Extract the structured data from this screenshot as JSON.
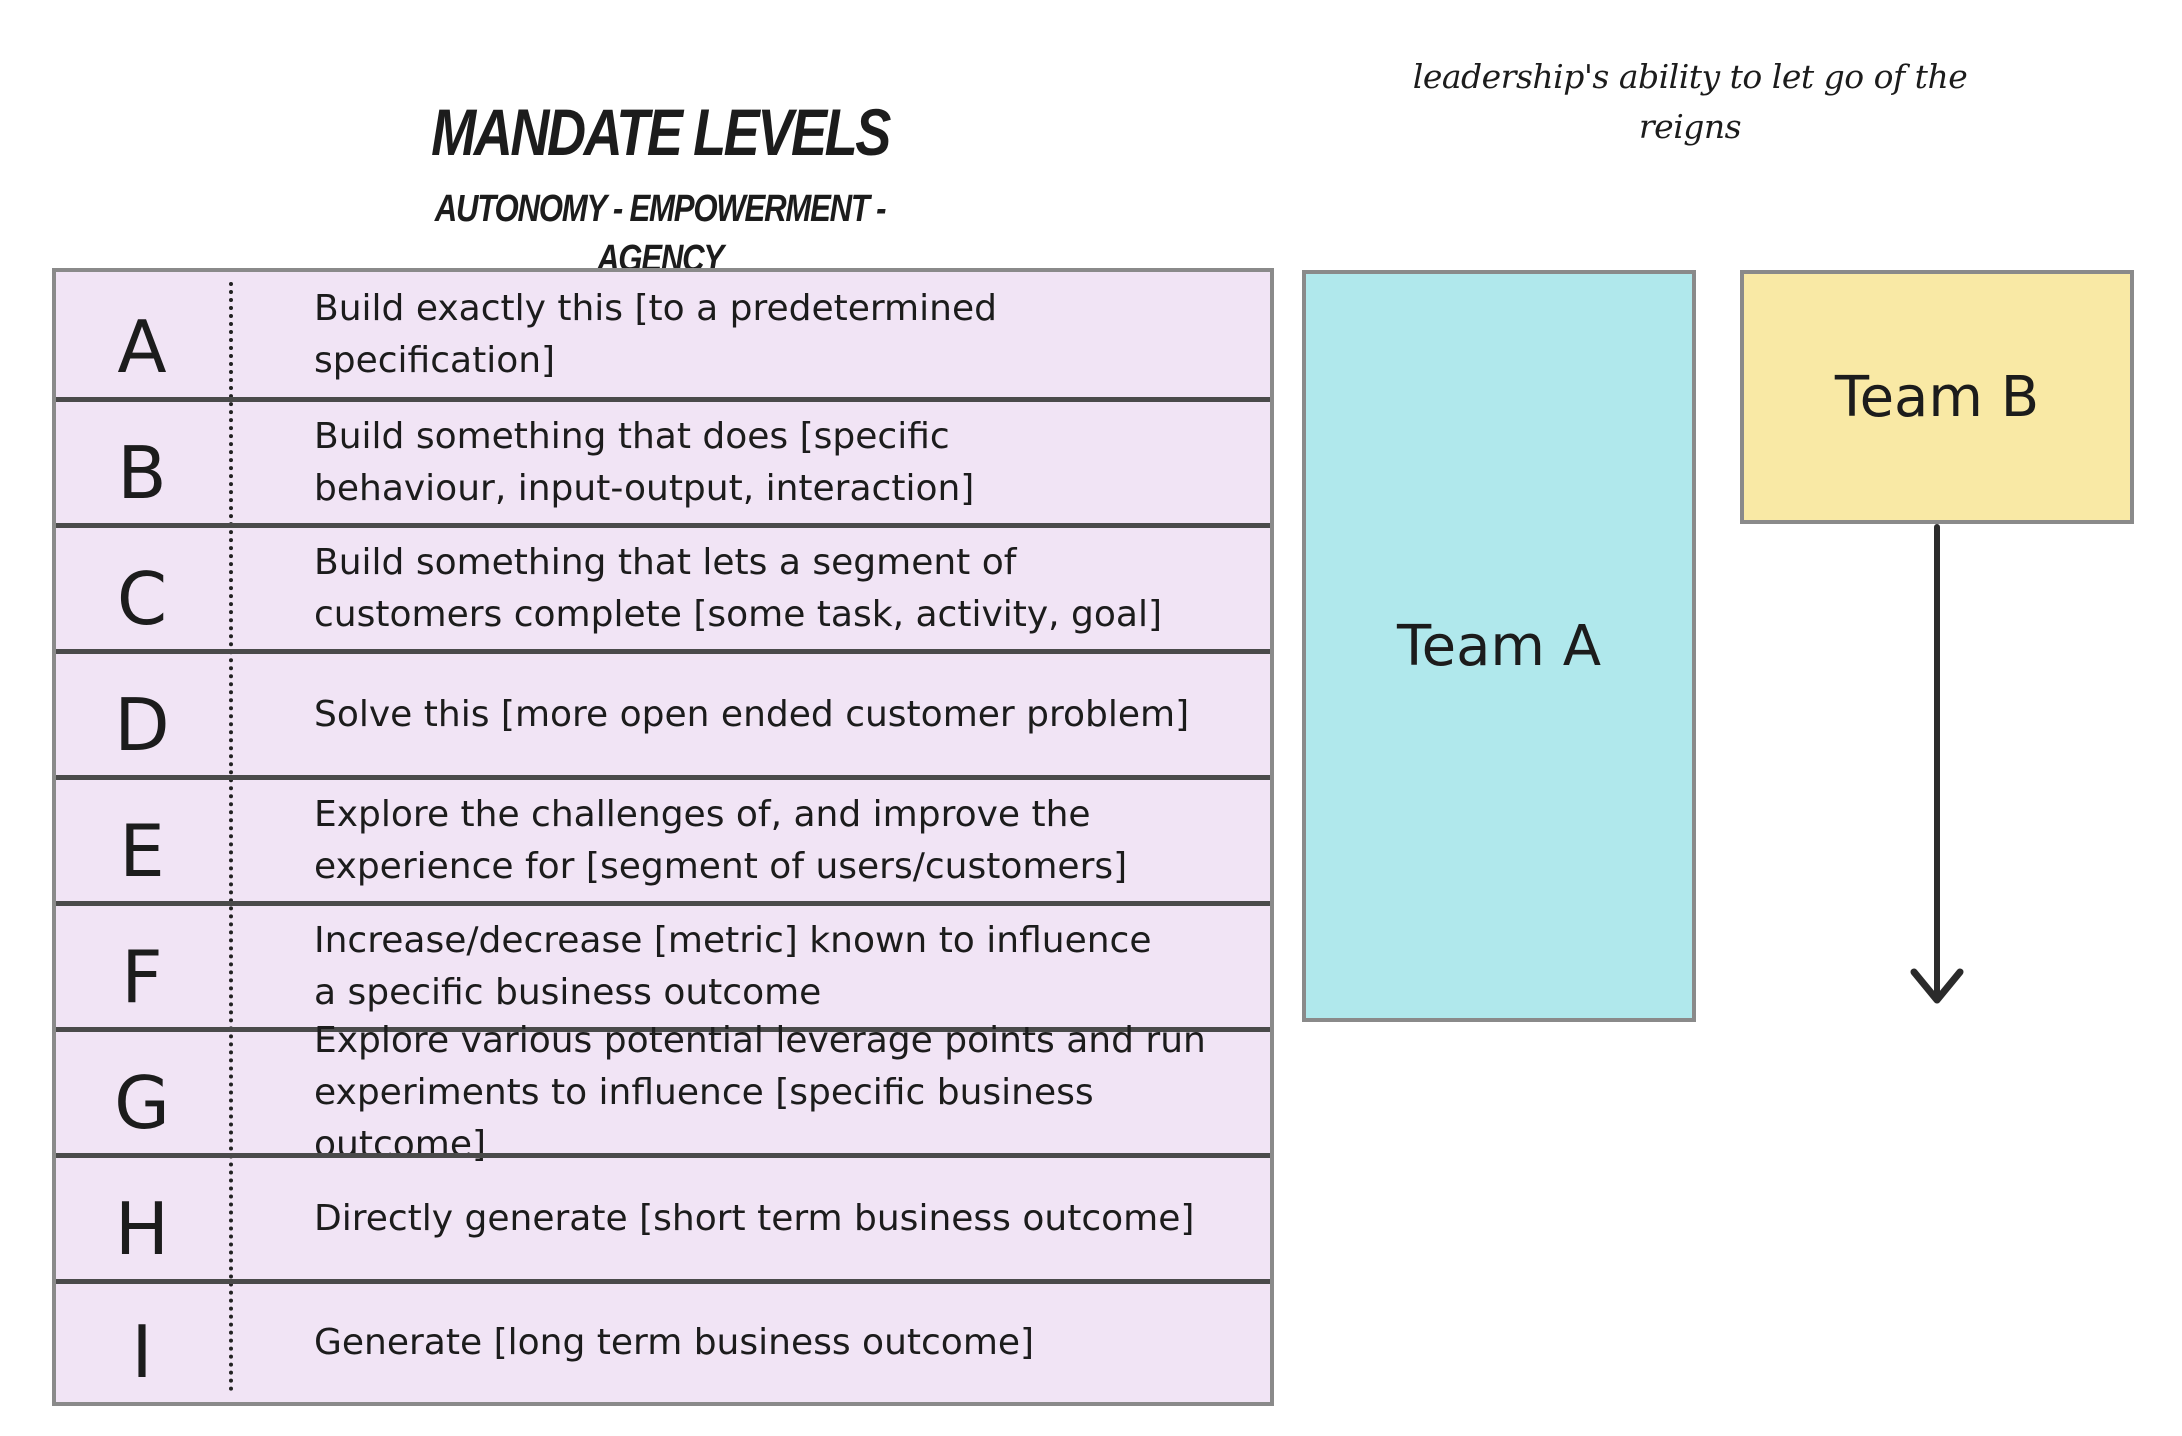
{
  "header": {
    "title": "MANDATE LEVELS",
    "subtitle": "AUTONOMY - EMPOWERMENT - AGENCY"
  },
  "note": "leadership's ability to let go of the reigns",
  "levels": [
    {
      "letter": "A",
      "description": "Build exactly this [to a predetermined\nspecification]"
    },
    {
      "letter": "B",
      "description": "Build something that does [specific\nbehaviour, input-output, interaction]"
    },
    {
      "letter": "C",
      "description": "Build something that lets a segment of\ncustomers complete [some task, activity, goal]"
    },
    {
      "letter": "D",
      "description": "Solve this [more open ended customer problem]"
    },
    {
      "letter": "E",
      "description": "Explore the challenges of, and improve the\nexperience for [segment of users/customers]"
    },
    {
      "letter": "F",
      "description": "Increase/decrease [metric] known to influence\na specific business outcome"
    },
    {
      "letter": "G",
      "description": "Explore various potential leverage points and run\nexperiments to influence [specific business outcome]"
    },
    {
      "letter": "H",
      "description": "Directly generate [short term business outcome]"
    },
    {
      "letter": "I",
      "description": "Generate [long term business outcome]"
    }
  ],
  "teams": {
    "team_a": "Team A",
    "team_b": "Team B"
  },
  "colors": {
    "table_fill": "#f1e4f5",
    "team_a_fill": "#b0e8ec",
    "team_b_fill": "#f9e9a5",
    "border": "#8a8a8a",
    "row_separator": "#4a4a4a"
  }
}
